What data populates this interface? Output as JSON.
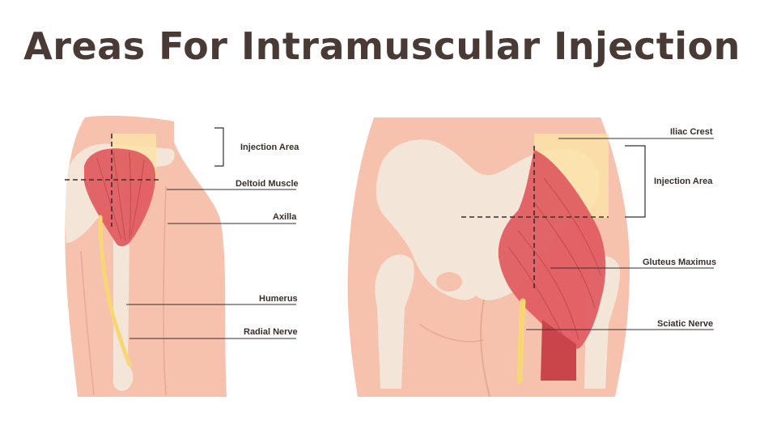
{
  "title": "Areas For Intramuscular Injection",
  "colors": {
    "skin": "#f6c2ad",
    "bone": "#f3e6d8",
    "muscle": "#e05a5e",
    "nerve": "#f7d774",
    "injection_area": "#fbe2a8",
    "text": "#3a2e2c"
  },
  "left_labels": {
    "injection_area": "Injection Area",
    "deltoid_muscle": "Deltoid Muscle",
    "axilla": "Axilla",
    "humerus": "Humerus",
    "radial_nerve": "Radial Nerve"
  },
  "right_labels": {
    "iliac_crest": "Iliac Crest",
    "injection_area": "Injection Area",
    "gluteus_maximus": "Gluteus Maximus",
    "sciatic_nerve": "Sciatic Nerve"
  }
}
